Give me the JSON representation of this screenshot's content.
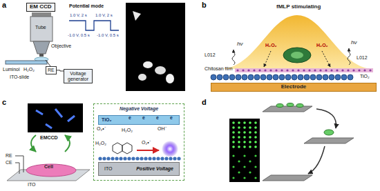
{
  "diagram": {
    "nodes": [
      {
        "text": [
          "EM CCD"
        ]
      },
      {
        "text": [
          "RE"
        ]
      },
      {
        "text": [
          "Voltage generator"
        ]
      },
      {
        "text": [
          "Electrode"
        ]
      },
      {
        "text": [
          "Negative Voltage"
        ]
      },
      {
        "text": [
          "TiO₂"
        ],
        "in": 4
      },
      {
        "text": [
          "ITO",
          "Positive Voltage"
        ],
        "in": 4
      }
    ],
    "edges": [
      {
        "from": 1,
        "to": 2,
        "arrow": "none"
      }
    ],
    "labels": [
      "a",
      "Tube",
      "Objective",
      "Luminol",
      "H₂O₂",
      "ITO-slide",
      "Potential mode",
      "1.0 V, 2 s",
      "1.0 V, 2 s",
      "-1.0 V, 0.5 s",
      "-1.0 V, 0.5 s",
      "b",
      "fMLP stimulating",
      "L012",
      "L012",
      "hν",
      "hν",
      "H₂O₂",
      "H₂O₂",
      "Chitosan film",
      "TiO₂",
      "c",
      "EMCCD",
      "Cell",
      "RE",
      "CE",
      "ITO",
      "e",
      "e",
      "e",
      "e",
      "O₂•⁻",
      "H₂O₂",
      "OH⁻",
      "H₂O₂",
      "O₂•⁻",
      "d"
    ]
  }
}
